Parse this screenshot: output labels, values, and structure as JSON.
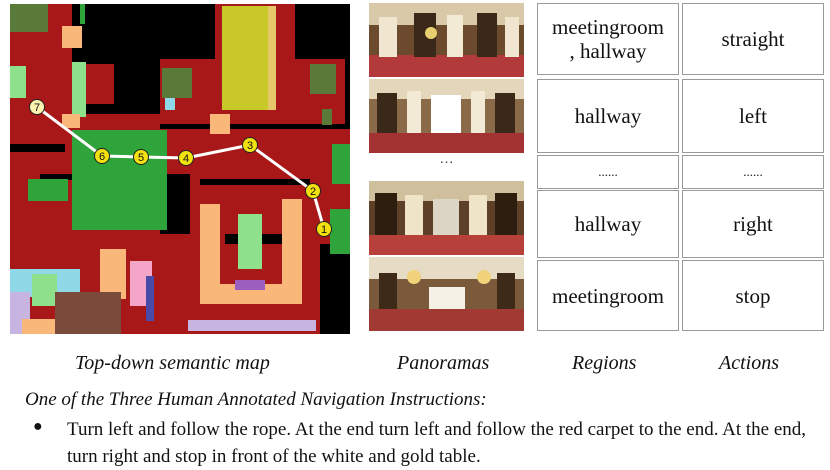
{
  "map": {
    "waypoints": [
      {
        "label": "1"
      },
      {
        "label": "2"
      },
      {
        "label": "3"
      },
      {
        "label": "4"
      },
      {
        "label": "5"
      },
      {
        "label": "6"
      },
      {
        "label": "7"
      }
    ],
    "colors": {
      "background": "#000000",
      "floor": "#a81818",
      "green": "#2ea43a",
      "olive": "#5a7a3a",
      "yellow": "#c9c829",
      "peach": "#f9b87a",
      "light_green": "#8fe08a",
      "pink": "#f5a6c8",
      "blue": "#4a4aa8",
      "cyan": "#8fd8e8",
      "brown": "#7a4a3a",
      "lavender": "#c8b4e0",
      "path": "#ffffff",
      "marker": "#f2e10f"
    }
  },
  "panoramas": {
    "ellipsis": "…"
  },
  "table": {
    "regions": [
      "meetingroom\n, hallway",
      "hallway",
      "......",
      "hallway",
      "meetingroom"
    ],
    "actions": [
      "straight",
      "left",
      "......",
      "right",
      "stop"
    ]
  },
  "captions": {
    "map": "Top-down semantic map",
    "panoramas": "Panoramas",
    "regions": "Regions",
    "actions": "Actions"
  },
  "instructions": {
    "heading": "One of the Three Human Annotated Navigation Instructions:",
    "bullet": "●",
    "text": "Turn left and follow the rope. At the end turn left and follow the red carpet to the end. At the end, turn right and stop in front of the white and gold table."
  }
}
